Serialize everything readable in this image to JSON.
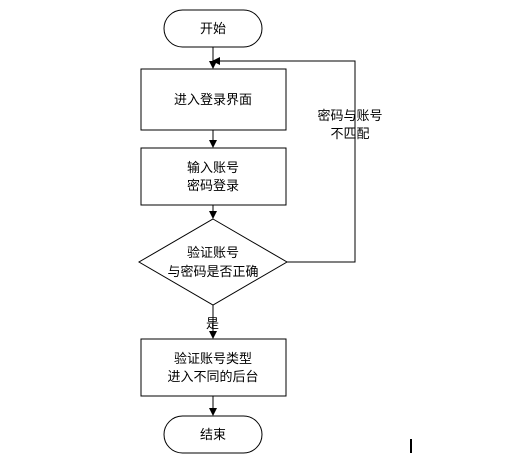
{
  "diagram": {
    "nodes": {
      "start": "开始",
      "login_page": "进入登录界面",
      "input_line1": "输入账号",
      "input_line2": "密码登录",
      "verify_line1": "验证账号",
      "verify_line2": "与密码是否正确",
      "dispatch_line1": "验证账号类型",
      "dispatch_line2": "进入不同的后台",
      "end": "结束"
    },
    "edge_labels": {
      "yes": "是",
      "mismatch_line1": "密码与账号",
      "mismatch_line2": "不匹配"
    }
  }
}
